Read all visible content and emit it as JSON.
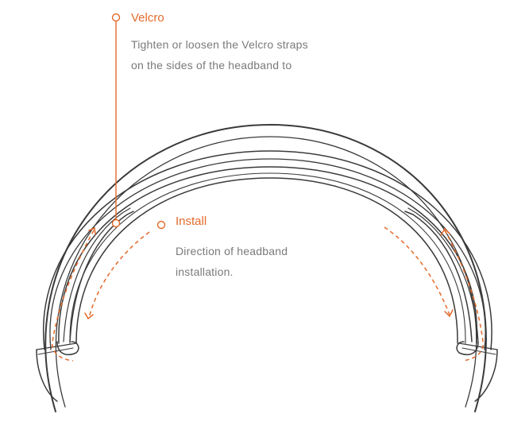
{
  "colors": {
    "accent": "#e46a2a",
    "outline": "#3a3a3a",
    "body_text": "#7a7a7a",
    "background": "#ffffff"
  },
  "callouts": {
    "velcro": {
      "title": "Velcro",
      "lines": [
        "Tighten or loosen the Velcro straps",
        "on the sides of the headband to"
      ]
    },
    "install": {
      "title": "Install",
      "lines": [
        "Direction of headband",
        "installation."
      ]
    }
  }
}
